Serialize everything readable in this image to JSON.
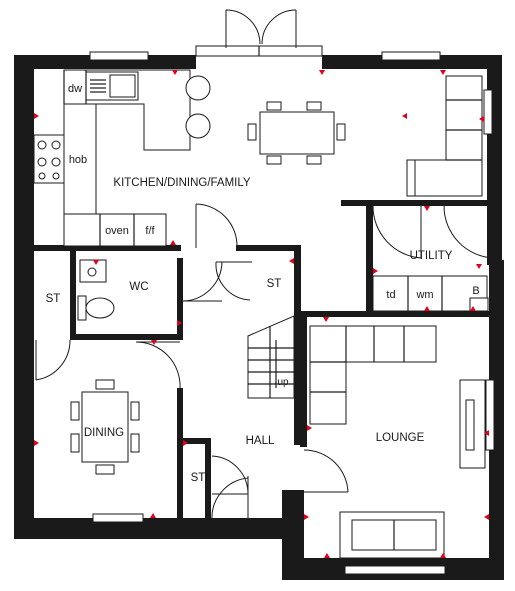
{
  "rooms": {
    "kitchen": "KITCHEN/DINING/FAMILY",
    "dining": "DINING",
    "lounge": "LOUNGE",
    "hall": "HALL",
    "utility": "UTILITY",
    "wc": "WC",
    "store_left": "ST",
    "store_middle": "ST",
    "store_hall": "ST"
  },
  "fixtures": {
    "dishwasher": "dw",
    "hob": "hob",
    "oven": "oven",
    "fridge_freezer": "f/f",
    "tumble_dryer": "td",
    "washing_machine": "wm",
    "boiler": "B",
    "stairs": "up"
  },
  "colors": {
    "wall": "#1a1a1a",
    "marker": "#e2001a",
    "background": "#ffffff"
  }
}
